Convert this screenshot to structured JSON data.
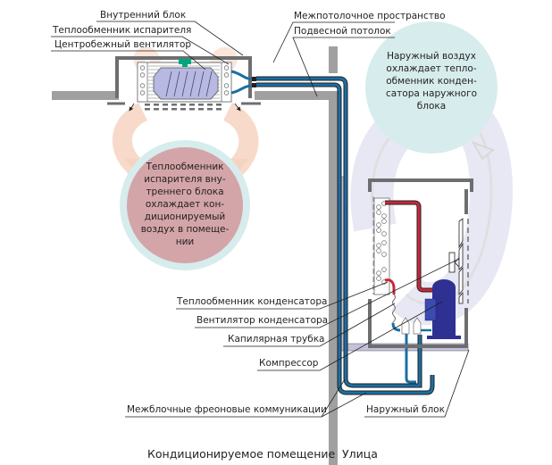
{
  "diagram": {
    "title": "Split-system air conditioner schematic",
    "labels": {
      "indoor_unit": "Внутренний блок",
      "evaporator": "Теплообменник испарителя",
      "centrifugal_fan": "Центробежный вентилятор",
      "ceiling_space": "Межпотолочное пространство",
      "suspended_ceiling": "Подвесной потолок",
      "condenser": "Теплообменник конденсатора",
      "condenser_fan": "Вентилятор конденсатора",
      "capillary_tube": "Капилярная трубка",
      "compressor": "Компрессор",
      "refrigerant_lines": "Межблочные фреоновые коммуникации",
      "outdoor_unit": "Наружный блок"
    },
    "zones": {
      "indoor": "Кондиционируемое помещение",
      "outdoor": "Улица"
    },
    "bubbles": {
      "indoor": {
        "lines": [
          "Теплообменник",
          "испарителя вну-",
          "треннего блока",
          "охлаждает кон-",
          "диционируемый",
          "воздух в помеще-",
          "нии"
        ],
        "fill": "#d4a5a8",
        "ring": "#d7ecec"
      },
      "outdoor": {
        "lines": [
          "Наружный воздух",
          "охлаждает тепло-",
          "обменник конден-",
          "сатора наружного",
          "блока"
        ],
        "fill": "#d7ecec"
      }
    },
    "colors": {
      "pipe_blue": "#1a6fa3",
      "pipe_red": "#c8283a",
      "wall_gray": "#a0a0a0",
      "unit_frame": "#6d6e70",
      "compressor_blue": "#2e3192",
      "warm_air": "#f6d3c0",
      "cool_air": "#e6e6f3"
    }
  }
}
